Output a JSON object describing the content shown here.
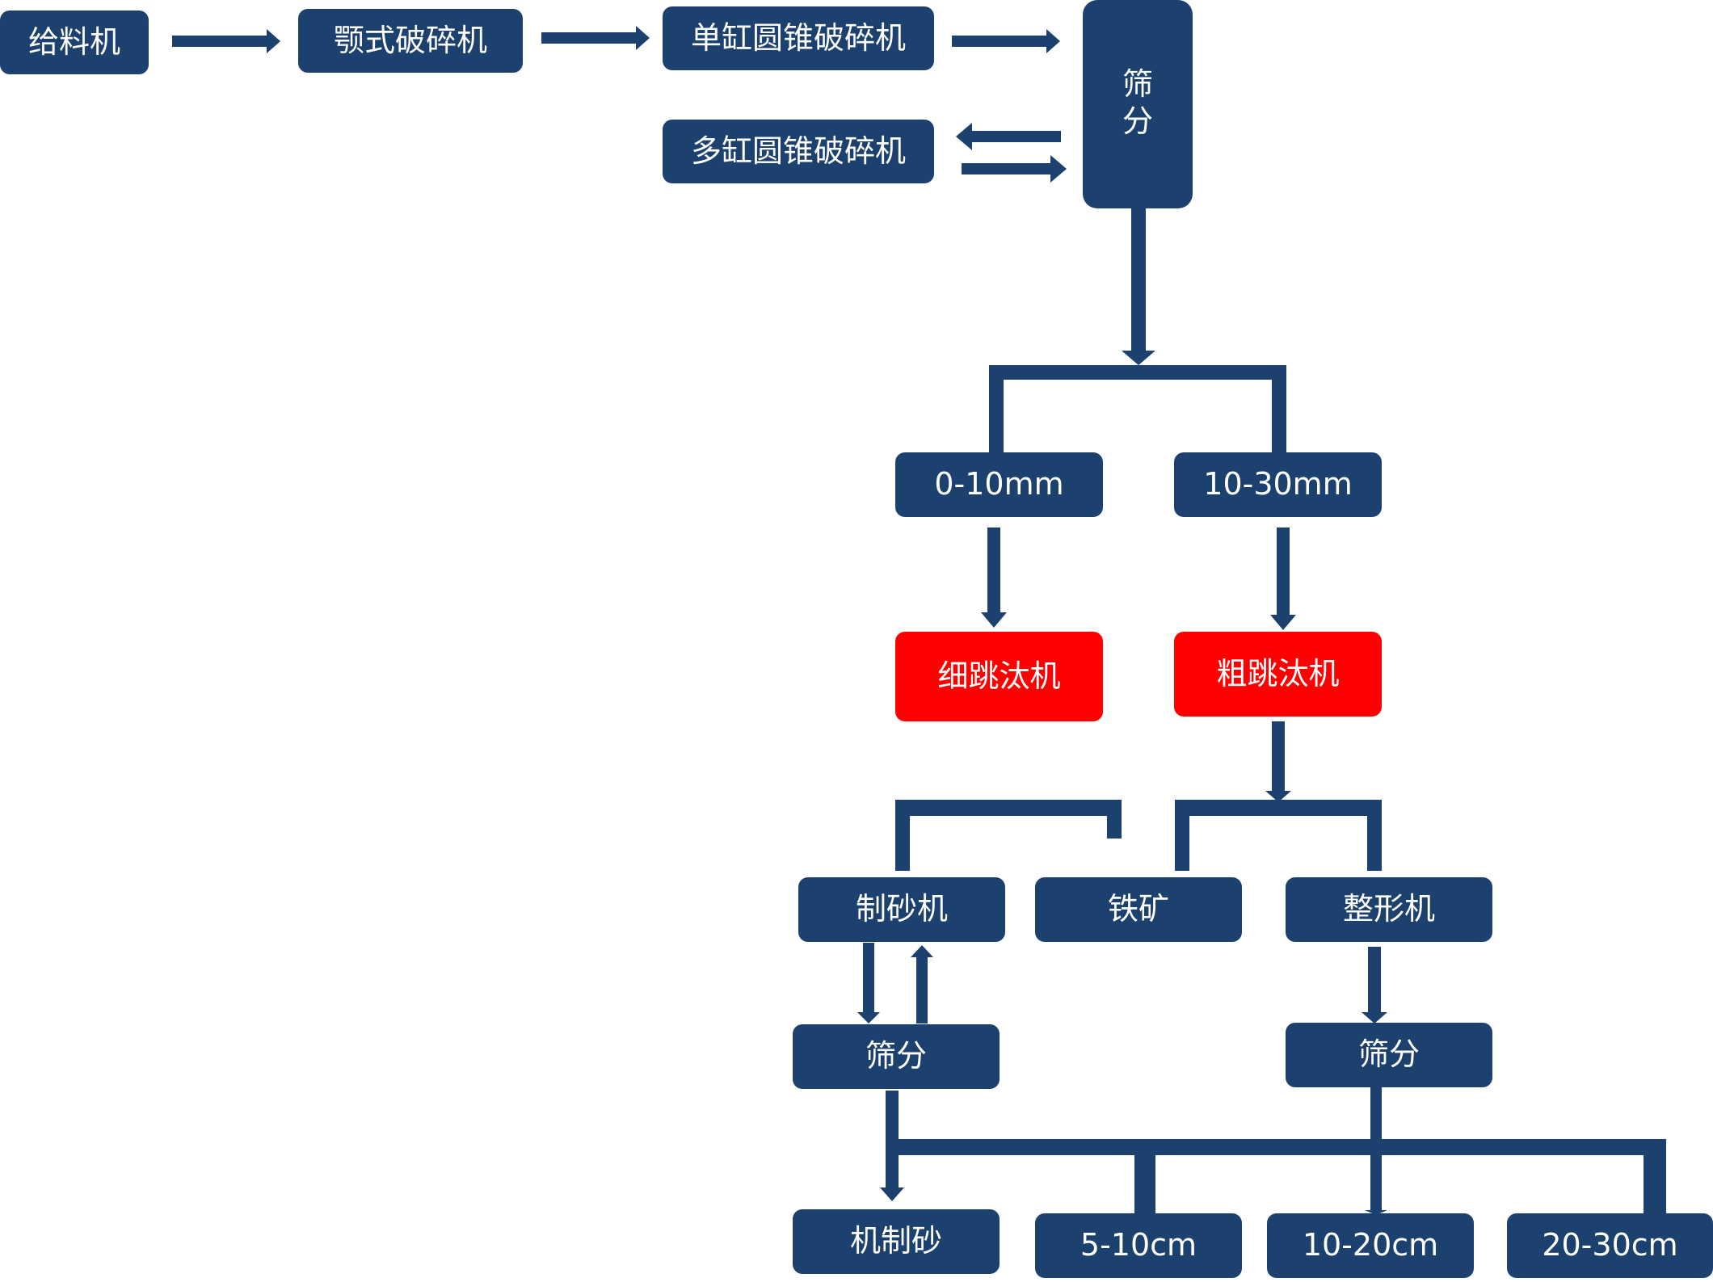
{
  "colors": {
    "node_fill": "#1c416e",
    "highlight_fill": "#ff0000",
    "text": "#ffffff",
    "connector": "#1c416e",
    "background": "#ffffff"
  },
  "nodes": {
    "feeder": "给料机",
    "jaw_crusher": "颚式破碎机",
    "single_cylinder_cone_crusher": "单缸圆锥破碎机",
    "multi_cylinder_cone_crusher": "多缸圆锥破碎机",
    "screening_primary": "筛分",
    "size_0_10mm": "0-10mm",
    "size_10_30mm": "10-30mm",
    "fine_jig": "细跳汰机",
    "coarse_jig": "粗跳汰机",
    "sand_maker": "制砂机",
    "iron_ore": "铁矿",
    "shaping_machine": "整形机",
    "screening_left": "筛分",
    "screening_right": "筛分",
    "machine_made_sand": "机制砂",
    "product_5_10cm": "5-10cm",
    "product_10_20cm": "10-20cm",
    "product_20_30cm": "20-30cm"
  },
  "icons": {
    "arrow": "arrow-icon"
  }
}
